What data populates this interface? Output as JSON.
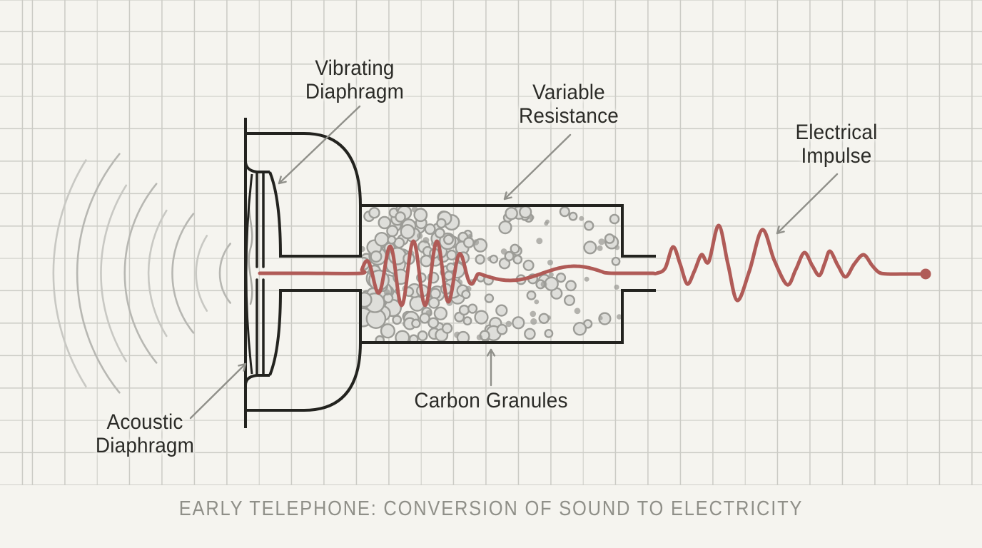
{
  "caption": "EARLY TELEPHONE: CONVERSION OF SOUND TO ELECTRICITY",
  "labels": {
    "vibrating_diaphragm": {
      "line1": "Vibrating",
      "line2": "Diaphragm"
    },
    "variable_resistance": {
      "line1": "Variable",
      "line2": "Resistance"
    },
    "electrical_impulse": {
      "line1": "Electrical",
      "line2": "Impulse"
    },
    "acoustic_diaphragm": {
      "line1": "Acoustic",
      "line2": "Diaphragm"
    },
    "carbon_granules": {
      "label": "Carbon Granules"
    }
  },
  "colors": {
    "bg": "#f5f4ef",
    "grid": "#cbcbc5",
    "ink": "#23231f",
    "accent": "#b05b57",
    "arrow": "#90908a",
    "caption_color": "#8f8f88",
    "label_color": "#2b2b27",
    "sound_wave_dark": "#b7b7b2",
    "sound_wave_light": "#c8c8c3",
    "granule_stroke": "#9c9c97",
    "granule_fill": "#dededa"
  }
}
